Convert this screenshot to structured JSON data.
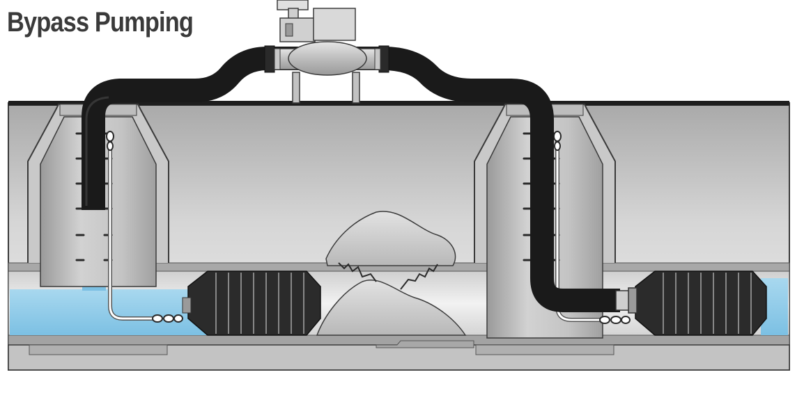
{
  "title": "Bypass Pumping",
  "colors": {
    "water": "#8fcbe8",
    "hose": "#1a1a1a",
    "plug": "#2b2b2b",
    "concrete_light": "#d8d8d8",
    "concrete_mid": "#b5b5b5",
    "concrete_dark": "#909090",
    "blockage": "#c8c8c8",
    "outline": "#3a3a3a"
  },
  "components": {
    "pump": "bypass-pump",
    "hose": "bypass-hose",
    "left_manhole": "upstream-manhole",
    "right_manhole": "downstream-manhole",
    "left_plug": "upstream-pipe-plug",
    "right_plug": "downstream-pipe-plug",
    "blockage": "pipe-blockage",
    "water": "sewage-flow"
  }
}
